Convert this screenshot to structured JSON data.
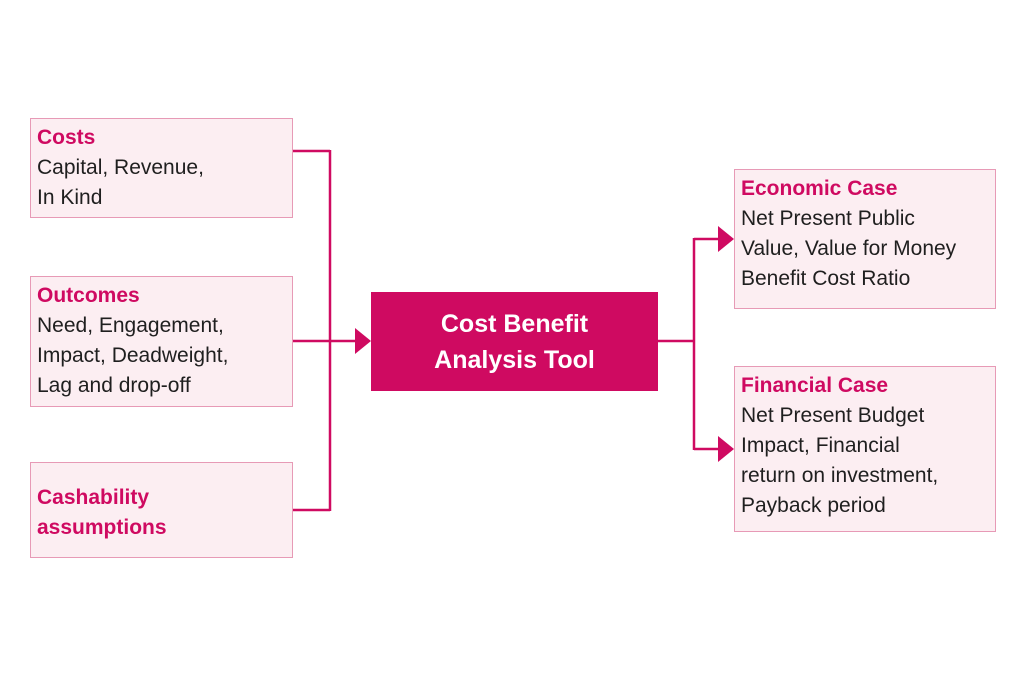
{
  "colors": {
    "accent": "#cf0a61",
    "box_fill": "#fceef2",
    "box_border": "#e79ab6",
    "text": "#1f1f1f"
  },
  "inputs": [
    {
      "title": "Costs",
      "body": "Capital, Revenue,\nIn Kind"
    },
    {
      "title": "Outcomes",
      "body": "Need, Engagement,\nImpact, Deadweight,\nLag and drop-off"
    },
    {
      "title": "Cashability\nassumptions",
      "body": ""
    }
  ],
  "center": {
    "label": "Cost Benefit\nAnalysis Tool"
  },
  "outputs": [
    {
      "title": "Economic Case",
      "body": "Net Present Public\nValue, Value for Money\nBenefit Cost Ratio"
    },
    {
      "title": "Financial Case",
      "body": "Net Present Budget\nImpact, Financial\nreturn on investment,\nPayback period"
    }
  ]
}
